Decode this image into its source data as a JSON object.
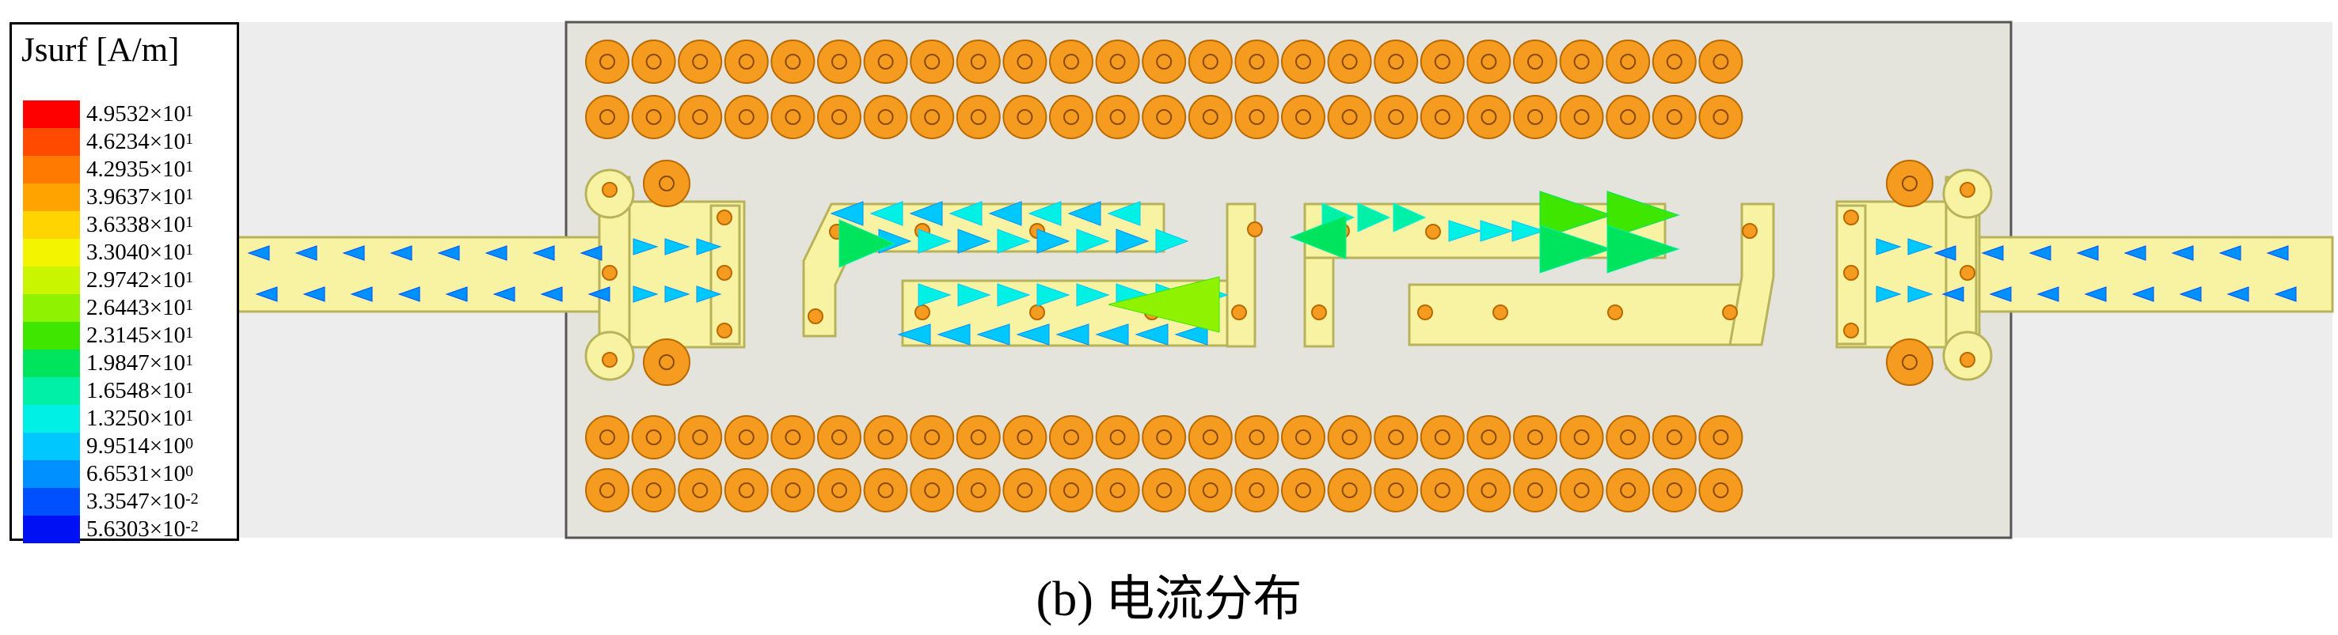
{
  "legend": {
    "title": "Jsurf [A/m]",
    "entries": [
      {
        "mantissa": "4.9532",
        "exp": "1",
        "color": "#ff0000"
      },
      {
        "mantissa": "4.6234",
        "exp": "1",
        "color": "#ff4a00"
      },
      {
        "mantissa": "4.2935",
        "exp": "1",
        "color": "#ff7a00"
      },
      {
        "mantissa": "3.9637",
        "exp": "1",
        "color": "#ffa300"
      },
      {
        "mantissa": "3.6338",
        "exp": "1",
        "color": "#ffd400"
      },
      {
        "mantissa": "3.3040",
        "exp": "1",
        "color": "#f3f500"
      },
      {
        "mantissa": "2.9742",
        "exp": "1",
        "color": "#c9f500"
      },
      {
        "mantissa": "2.6443",
        "exp": "1",
        "color": "#8ef200"
      },
      {
        "mantissa": "2.3145",
        "exp": "1",
        "color": "#3ee600"
      },
      {
        "mantissa": "1.9847",
        "exp": "1",
        "color": "#00e35c"
      },
      {
        "mantissa": "1.6548",
        "exp": "1",
        "color": "#00f0a8"
      },
      {
        "mantissa": "1.3250",
        "exp": "1",
        "color": "#00f0e6"
      },
      {
        "mantissa": "9.9514",
        "exp": "0",
        "color": "#00c8ff"
      },
      {
        "mantissa": "6.6531",
        "exp": "0",
        "color": "#0090ff"
      },
      {
        "mantissa": "3.3547",
        "exp": "-2",
        "color": "#0050ff"
      },
      {
        "mantissa": "5.6303",
        "exp": "-2",
        "color": "#0010f5"
      }
    ]
  },
  "caption": "(b) 电流分布",
  "colors": {
    "substrate": "#e4e4dd",
    "feed_background": "#ededed",
    "metal": "#f7f3a3",
    "metal_edge": "#b8b35a",
    "via_fill": "#f59b1f",
    "via_edge": "#b86a00"
  }
}
